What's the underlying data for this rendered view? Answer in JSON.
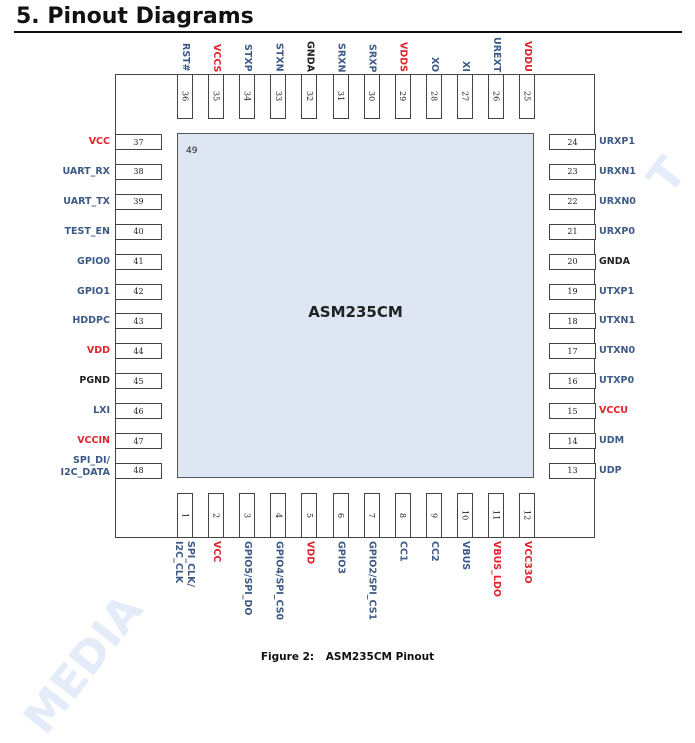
{
  "heading": "5. Pinout Diagrams",
  "chip": {
    "name": "ASM235CM",
    "center_pad": "49"
  },
  "caption": {
    "figure": "Figure 2:",
    "text": "ASM235CM Pinout"
  },
  "watermark": "MEDIA",
  "watermark_right": "T",
  "colors": {
    "signal": "#3d5a86",
    "power": "#e0232b",
    "ground": "#222222",
    "die": "#dde6f2"
  },
  "pins": {
    "left": [
      {
        "num": "37",
        "name": "VCC",
        "type": "red"
      },
      {
        "num": "38",
        "name": "UART_RX",
        "type": "blue"
      },
      {
        "num": "39",
        "name": "UART_TX",
        "type": "blue"
      },
      {
        "num": "40",
        "name": "TEST_EN",
        "type": "blue"
      },
      {
        "num": "41",
        "name": "GPIO0",
        "type": "blue"
      },
      {
        "num": "42",
        "name": "GPIO1",
        "type": "blue"
      },
      {
        "num": "43",
        "name": "HDDPC",
        "type": "blue"
      },
      {
        "num": "44",
        "name": "VDD",
        "type": "red"
      },
      {
        "num": "45",
        "name": "PGND",
        "type": "black"
      },
      {
        "num": "46",
        "name": "LXI",
        "type": "blue"
      },
      {
        "num": "47",
        "name": "VCCIN",
        "type": "red"
      },
      {
        "num": "48",
        "name": "SPI_DI/\nI2C_DATA",
        "type": "blue"
      }
    ],
    "right": [
      {
        "num": "24",
        "name": "URXP1",
        "type": "blue"
      },
      {
        "num": "23",
        "name": "URXN1",
        "type": "blue"
      },
      {
        "num": "22",
        "name": "URXN0",
        "type": "blue"
      },
      {
        "num": "21",
        "name": "URXP0",
        "type": "blue"
      },
      {
        "num": "20",
        "name": "GNDA",
        "type": "black"
      },
      {
        "num": "19",
        "name": "UTXP1",
        "type": "blue"
      },
      {
        "num": "18",
        "name": "UTXN1",
        "type": "blue"
      },
      {
        "num": "17",
        "name": "UTXN0",
        "type": "blue"
      },
      {
        "num": "16",
        "name": "UTXP0",
        "type": "blue"
      },
      {
        "num": "15",
        "name": "VCCU",
        "type": "red"
      },
      {
        "num": "14",
        "name": "UDM",
        "type": "blue"
      },
      {
        "num": "13",
        "name": "UDP",
        "type": "blue"
      }
    ],
    "top": [
      {
        "num": "36",
        "name": "RST#",
        "type": "blue"
      },
      {
        "num": "35",
        "name": "VCCS",
        "type": "red"
      },
      {
        "num": "34",
        "name": "STXP",
        "type": "blue"
      },
      {
        "num": "33",
        "name": "STXN",
        "type": "blue"
      },
      {
        "num": "32",
        "name": "GNDA",
        "type": "black"
      },
      {
        "num": "31",
        "name": "SRXN",
        "type": "blue"
      },
      {
        "num": "30",
        "name": "SRXP",
        "type": "blue"
      },
      {
        "num": "29",
        "name": "VDDS",
        "type": "red"
      },
      {
        "num": "28",
        "name": "XO",
        "type": "blue"
      },
      {
        "num": "27",
        "name": "XI",
        "type": "blue"
      },
      {
        "num": "26",
        "name": "UREXT",
        "type": "blue"
      },
      {
        "num": "25",
        "name": "VDDU",
        "type": "red"
      }
    ],
    "bottom": [
      {
        "num": "1",
        "name": "SPI_CLK/\nI2C_CLK",
        "type": "blue"
      },
      {
        "num": "2",
        "name": "VCC",
        "type": "red"
      },
      {
        "num": "3",
        "name": "GPIO5/SPI_DO",
        "type": "blue"
      },
      {
        "num": "4",
        "name": "GPIO4/SPI_CS0",
        "type": "blue"
      },
      {
        "num": "5",
        "name": "VDD",
        "type": "red"
      },
      {
        "num": "6",
        "name": "GPIO3",
        "type": "blue"
      },
      {
        "num": "7",
        "name": "GPIO2/SPI_CS1",
        "type": "blue"
      },
      {
        "num": "8",
        "name": "CC1",
        "type": "blue"
      },
      {
        "num": "9",
        "name": "CC2",
        "type": "blue"
      },
      {
        "num": "10",
        "name": "VBUS",
        "type": "blue"
      },
      {
        "num": "11",
        "name": "VBUS_LDO",
        "type": "red"
      },
      {
        "num": "12",
        "name": "VCC33O",
        "type": "red"
      }
    ]
  }
}
